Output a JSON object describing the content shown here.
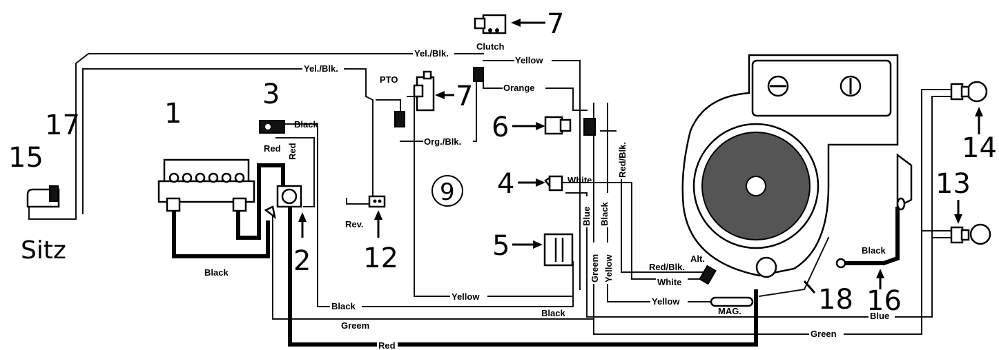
{
  "callouts": {
    "n1": "1",
    "n2": "2",
    "n3": "3",
    "n4": "4",
    "n5": "5",
    "n6": "6",
    "n7a": "7",
    "n7b": "7",
    "n9": "9",
    "n12": "12",
    "n13": "13",
    "n14": "14",
    "n15": "15",
    "n16": "16",
    "n17": "17",
    "n18": "18"
  },
  "component_labels": {
    "sitz": "Sitz",
    "clutch": "Clutch",
    "pto": "PTO",
    "rev": "Rev.",
    "alt": "Alt.",
    "mag": "MAG."
  },
  "wire_labels": {
    "yel_blk_top": "Yel./Blk.",
    "yel_blk_left": "Yel./Blk.",
    "yellow_top": "Yellow",
    "orange": "Orange",
    "org_blk": "Org./Blk.",
    "black_3": "Black",
    "red_3": "Red",
    "red_v": "Red",
    "black_batt": "Black",
    "white_4": "White",
    "blue_v": "Blue",
    "black_v": "Black",
    "red_blk_v": "Red/Blk.",
    "green_v": "Greem",
    "yellow_v": "Yellow",
    "red_blk_alt": "Red/Blk.",
    "white_alt": "White",
    "yellow_bottom": "Yellow",
    "black_bottom_left": "Black",
    "black_bottom_mid": "Black",
    "yellow_mag": "Yellow",
    "greem_bottom": "Greem",
    "red_bottom": "Red",
    "green_bottom": "Green",
    "blue_bottom": "Blue",
    "black_16": "Black"
  }
}
